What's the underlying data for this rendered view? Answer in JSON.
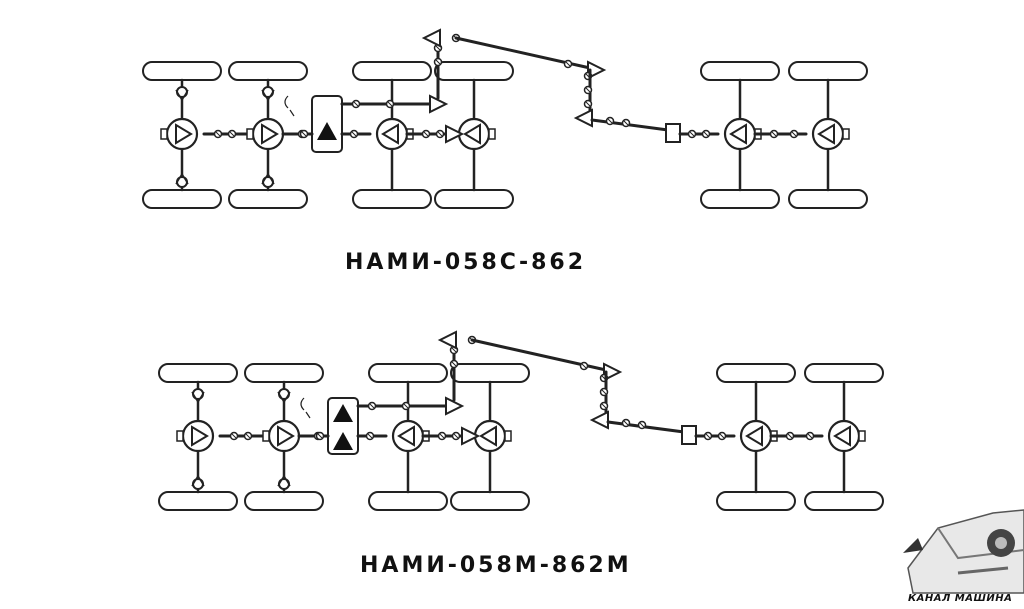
{
  "diagrams": [
    {
      "caption": "НАМИ-058С-862",
      "transfer_case": [
        "triangle"
      ]
    },
    {
      "caption": "НАМИ-058М-862М",
      "transfer_case": [
        "triangle",
        "triangle"
      ]
    }
  ],
  "watermark": {
    "text": "КАНАЛ МАШИНА"
  },
  "colors": {
    "line": "#222222",
    "background": "#ffffff"
  }
}
